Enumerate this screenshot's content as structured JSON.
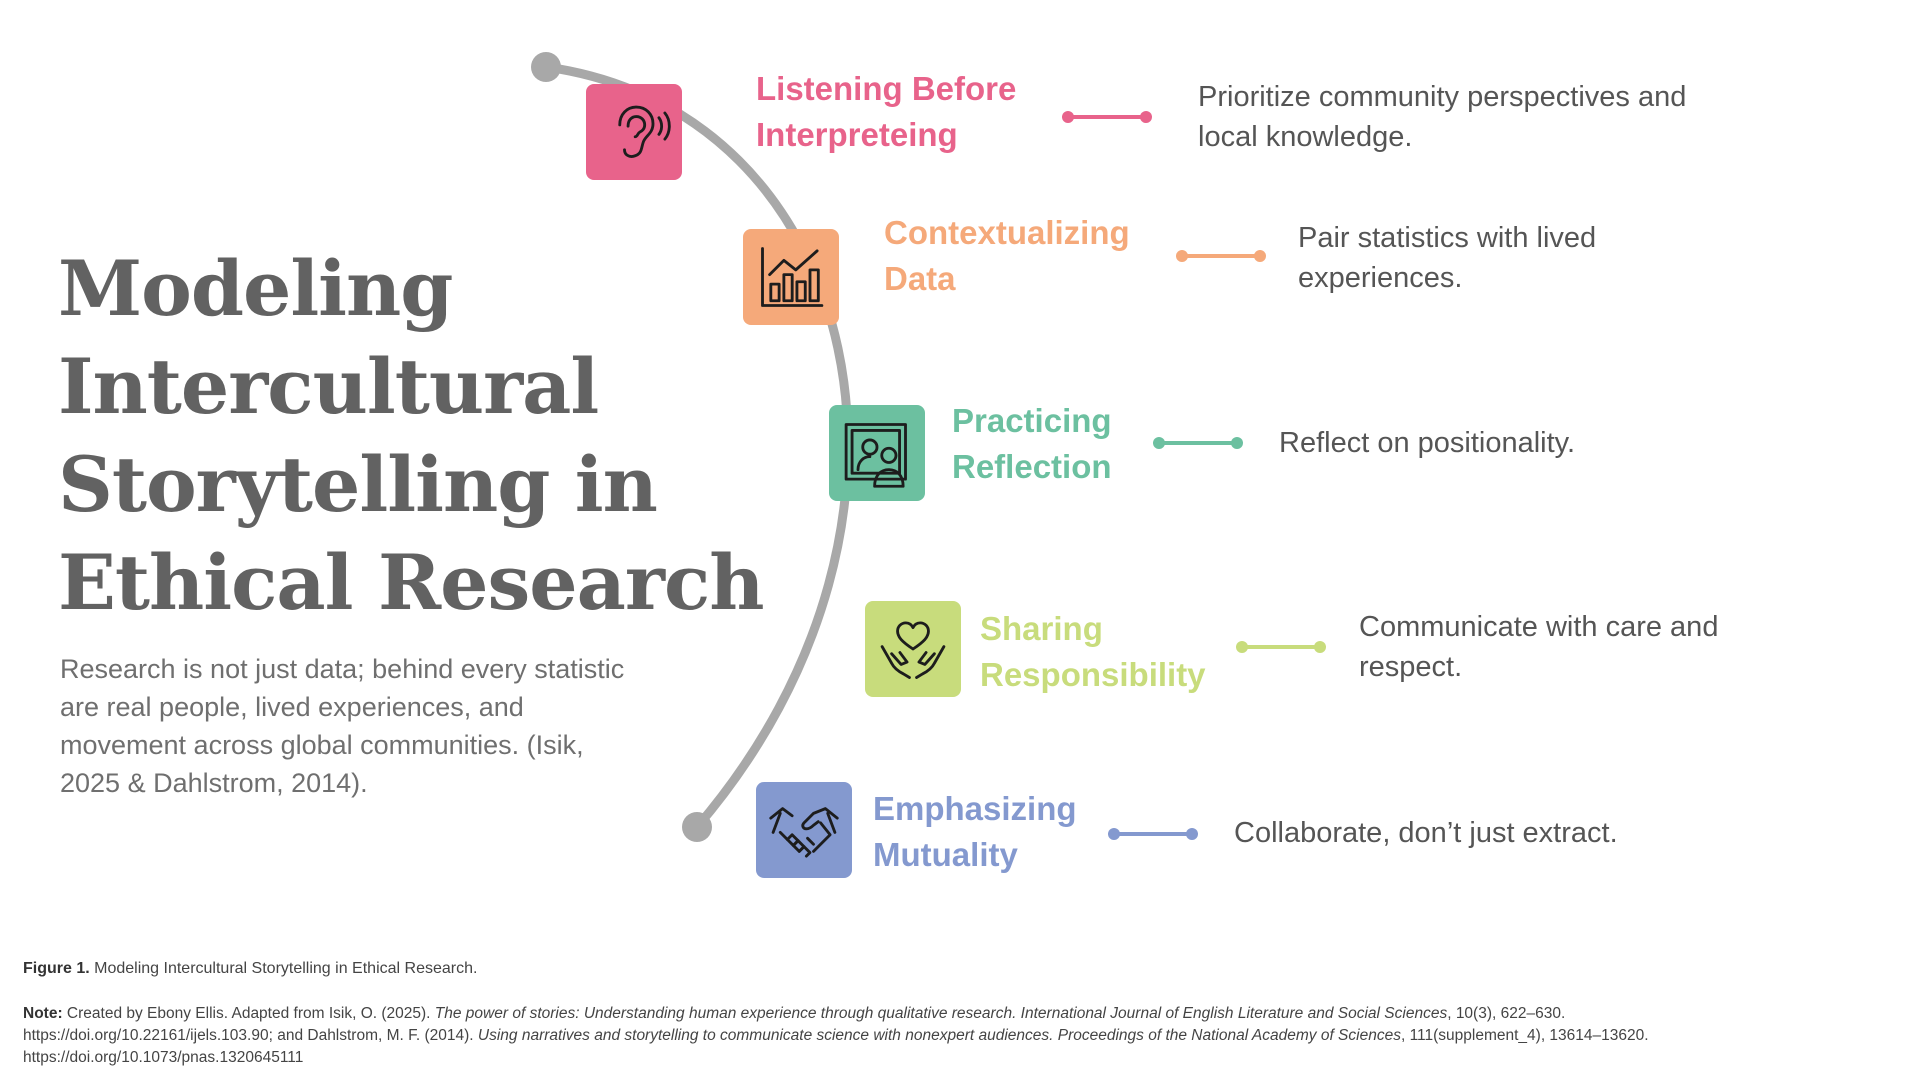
{
  "title": {
    "lines": [
      "Modeling",
      "Intercultural",
      "Storytelling in",
      "Ethical Research"
    ]
  },
  "subtitle": "Research is not just data; behind every statistic are real people, lived experiences, and movement across global communities. (Isik, 2025 & Dahlstrom, 2014).",
  "steps": [
    {
      "title_lines": [
        "Listening Before",
        "Interpreteing"
      ],
      "description": "Prioritize community perspectives and local knowledge.",
      "color": "#e8638b",
      "icon": "ear-icon"
    },
    {
      "title_lines": [
        "Contextualizing",
        "Data"
      ],
      "description": "Pair statistics with lived experiences.",
      "color": "#f5a97a",
      "icon": "bar-chart-icon"
    },
    {
      "title_lines": [
        "Practicing",
        "Reflection"
      ],
      "description": "Reflect on positionality.",
      "color": "#6cc0a0",
      "icon": "mirror-people-icon"
    },
    {
      "title_lines": [
        "Sharing",
        "Responsibility"
      ],
      "description": "Communicate with care and respect.",
      "color": "#c8dc7c",
      "icon": "heart-hands-icon"
    },
    {
      "title_lines": [
        "Emphasizing",
        "Mutuality"
      ],
      "description": "Collaborate, don’t just extract.",
      "color": "#8499cf",
      "icon": "handshake-icon"
    }
  ],
  "arc_color": "#a8a8a8",
  "figure": {
    "label": "Figure 1.",
    "text": "Modeling Intercultural Storytelling in Ethical Research."
  },
  "note": {
    "label": "Note:",
    "line1_plain_a": "Created by Ebony Ellis. Adapted from Isik, O. (2025). ",
    "line1_italic": "The power of stories: Understanding human experience through qualitative research. International Journal of English Literature and Social Sciences",
    "line1_plain_b": ", 10(3), 622–630.",
    "line2_plain_a": "https://doi.org/10.22161/ijels.103.90; and Dahlstrom, M. F. (2014). ",
    "line2_italic": "Using narratives and storytelling to communicate science with nonexpert audiences. Proceedings of the National Academy of Sciences",
    "line2_plain_b": ", 111(supplement_4), 13614–13620.",
    "line3": "https://doi.org/10.1073/pnas.1320645111"
  }
}
